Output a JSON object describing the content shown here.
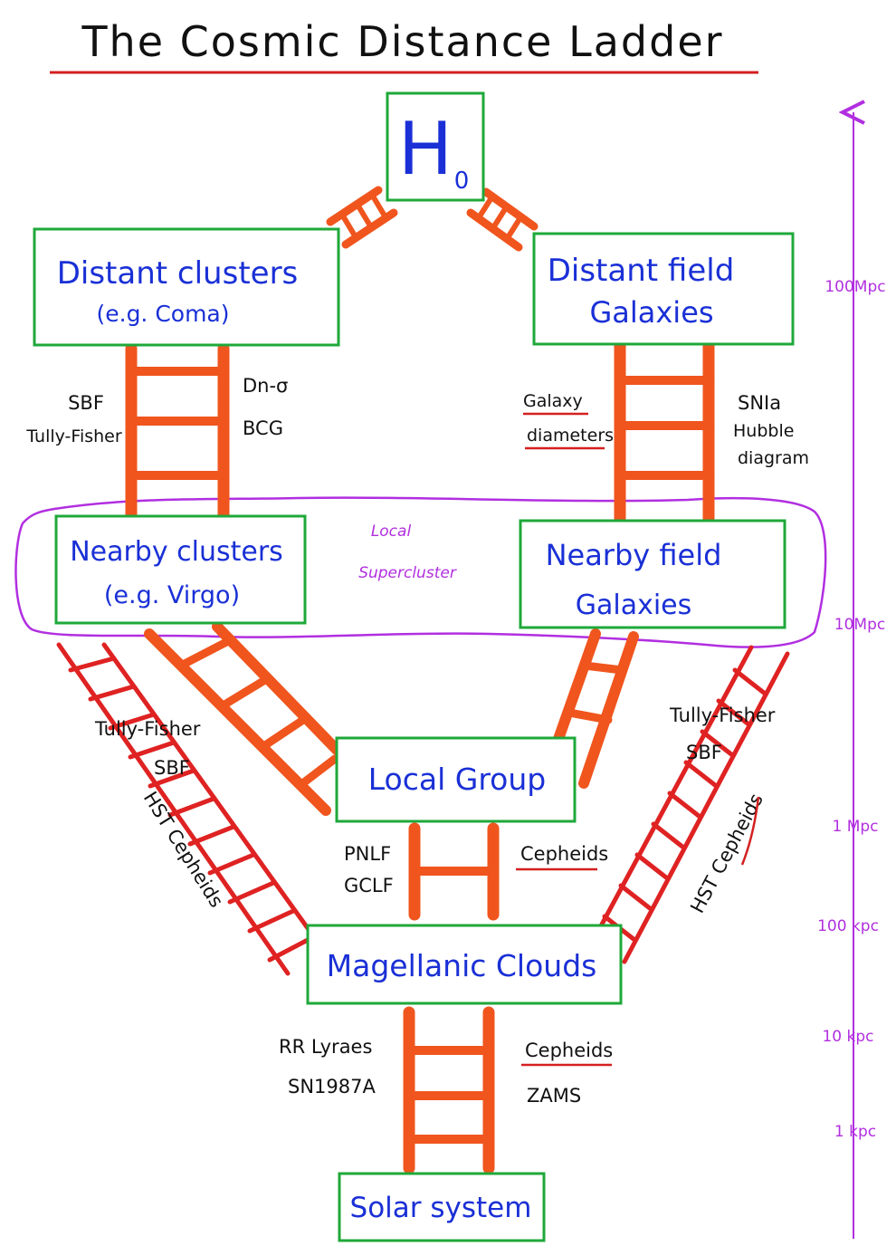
{
  "title": "The  Cosmic  Distance  Ladder",
  "colors": {
    "box_border": "#1fa83a",
    "box_text": "#1a30d6",
    "ladder_orange": "#f0551e",
    "ladder_red": "#df2222",
    "supercluster": "#b12fe0",
    "underline": "#d42020"
  },
  "boxes": {
    "h0": {
      "main": "H",
      "sub": "0"
    },
    "distant_clusters": {
      "line1": "Distant  clusters",
      "line2": "(e.g.  Coma)"
    },
    "distant_field": {
      "line1": "Distant  field",
      "line2": "Galaxies"
    },
    "nearby_clusters": {
      "line1": "Nearby  clusters",
      "line2": "(e.g.  Virgo)"
    },
    "nearby_field": {
      "line1": "Nearby  field",
      "line2": "Galaxies"
    },
    "local_group": {
      "line1": "Local  Group"
    },
    "magellanic": {
      "line1": "Magellanic  Clouds"
    },
    "solar": {
      "line1": "Solar  system"
    }
  },
  "supercluster": {
    "line1": "Local",
    "line2": "Supercluster"
  },
  "labels": {
    "dc_left": [
      "SBF",
      "Tully-Fisher"
    ],
    "dc_right": [
      "Dn-σ",
      "BCG"
    ],
    "df_left": [
      "Galaxy",
      "diameters"
    ],
    "df_right": [
      "SNIa",
      "Hubble",
      "diagram"
    ],
    "left_diag": [
      "Tully-Fisher",
      "SBF"
    ],
    "right_diag": [
      "Tully-Fisher",
      "SBF"
    ],
    "left_hst": "HST Cepheids",
    "right_hst": "HST Cepheids",
    "lg_left": [
      "PNLF",
      "GCLF"
    ],
    "lg_right": "Cepheids",
    "mc_left": [
      "RR Lyraes",
      "SN1987A"
    ],
    "mc_right": [
      "Cepheids",
      "ZAMS"
    ]
  },
  "scale": {
    "ticks": [
      "100Mpc",
      "10Mpc",
      "1 Mpc",
      "100 kpc",
      "10 kpc",
      "1 kpc"
    ]
  }
}
